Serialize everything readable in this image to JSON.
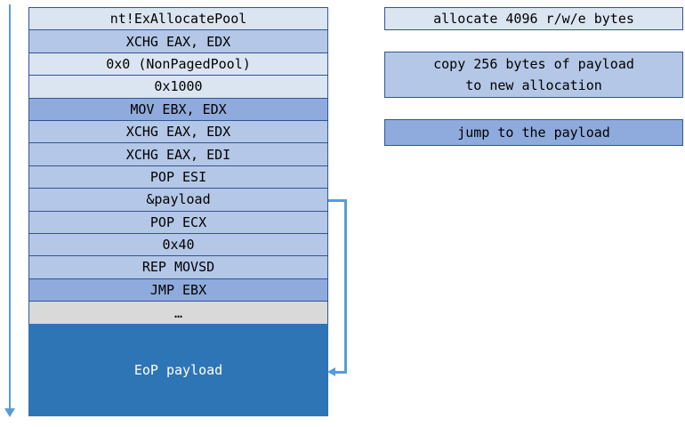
{
  "palette": {
    "light_blue": "#dbe5f1",
    "medium_blue": "#b4c7e7",
    "accent_blue": "#8faadc",
    "gray": "#d9d9d9",
    "dark_blue": "#2e75b6",
    "border_blue": "#2f5597",
    "arrow_blue": "#5b9bd5"
  },
  "stack": {
    "rows": [
      {
        "label": "nt!ExAllocatePool",
        "bg": "#dbe5f1"
      },
      {
        "label": "XCHG EAX, EDX",
        "bg": "#b4c7e7"
      },
      {
        "label": "0x0 (NonPagedPool)",
        "bg": "#dbe5f1"
      },
      {
        "label": "0x1000",
        "bg": "#dbe5f1"
      },
      {
        "label": "MOV EBX, EDX",
        "bg": "#8faadc"
      },
      {
        "label": "XCHG EAX, EDX",
        "bg": "#b4c7e7"
      },
      {
        "label": "XCHG EAX, EDI",
        "bg": "#b4c7e7"
      },
      {
        "label": "POP ESI",
        "bg": "#b4c7e7"
      },
      {
        "label": "&payload",
        "bg": "#b4c7e7"
      },
      {
        "label": "POP ECX",
        "bg": "#b4c7e7"
      },
      {
        "label": "0x40",
        "bg": "#b4c7e7"
      },
      {
        "label": "REP MOVSD",
        "bg": "#b4c7e7"
      },
      {
        "label": "JMP EBX",
        "bg": "#8faadc"
      },
      {
        "label": "…",
        "bg": "#d9d9d9"
      }
    ],
    "payload_box": {
      "label": "EoP payload",
      "bg": "#2e75b6",
      "text_color": "#ffffff"
    }
  },
  "annotations": [
    {
      "lines": [
        "allocate 4096 r/w/e bytes"
      ],
      "bg": "#dbe5f1"
    },
    {
      "lines": [
        "copy 256 bytes of payload",
        "to new allocation"
      ],
      "bg": "#b4c7e7"
    },
    {
      "lines": [
        "jump to the payload"
      ],
      "bg": "#8faadc"
    }
  ]
}
